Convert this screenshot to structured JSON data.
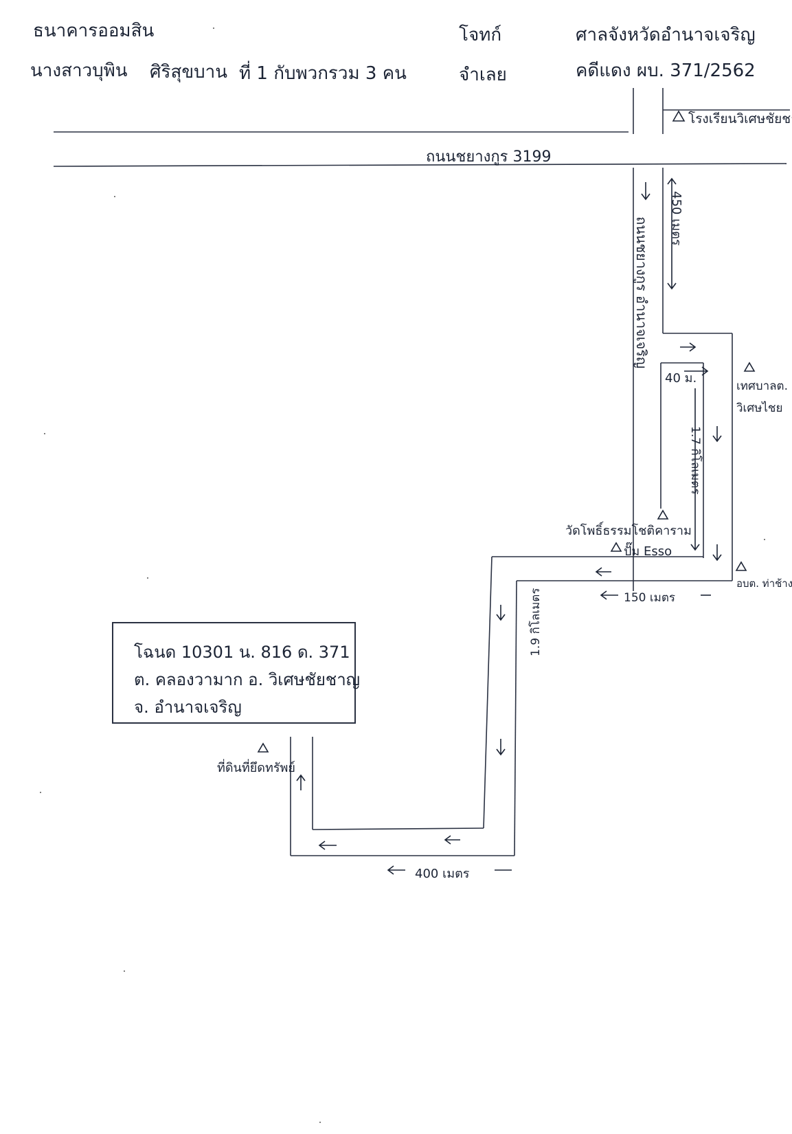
{
  "header": {
    "plaintiff_bank": "ธนาคารออมสิน",
    "plaintiff_label": "โจทก์",
    "court": "ศาลจังหวัดอำนาจเจริญ",
    "defendant_name": "นางสาวบุพิน",
    "defendant_surname": "ศิริสุขบาน",
    "defendant_suffix": "ที่ 1 กับพวกรวม 3 คน",
    "defendant_label": "จำเลย",
    "case_number": "คดีแดง ผบ. 371/2562"
  },
  "map": {
    "main_road": "ถนนชยางกูร 3199",
    "side_road": "ถนนชยางกูร อำนาจเจริญ",
    "landmarks": {
      "school": "โรงเรียนวิเศษชัยชาญ",
      "municipality_1": "เทศบาลต.",
      "municipality_2": "วิเศษไชย",
      "temple": "วัดโพธิ์ธรรมโชติคาราม",
      "gas_station": "ปั๊ม Esso",
      "subdistrict_office": "อบต. ท่าช้าง",
      "property": "ที่ดินที่ยึดทรัพย์"
    },
    "distances": {
      "d450": "450 เมตร",
      "d40": "40 ม.",
      "d17": "1.7 กิโลเมตร",
      "d150": "150 เมตร",
      "d19": "1.9 กิโลเมตร",
      "d400": "400 เมตร"
    }
  },
  "land_title": {
    "line1": "โฉนด 10301 น. 816 ด. 371",
    "line2": "ต. คลองวามาก อ. วิเศษชัยชาญ",
    "line3": "จ. อำนาจเจริญ"
  }
}
